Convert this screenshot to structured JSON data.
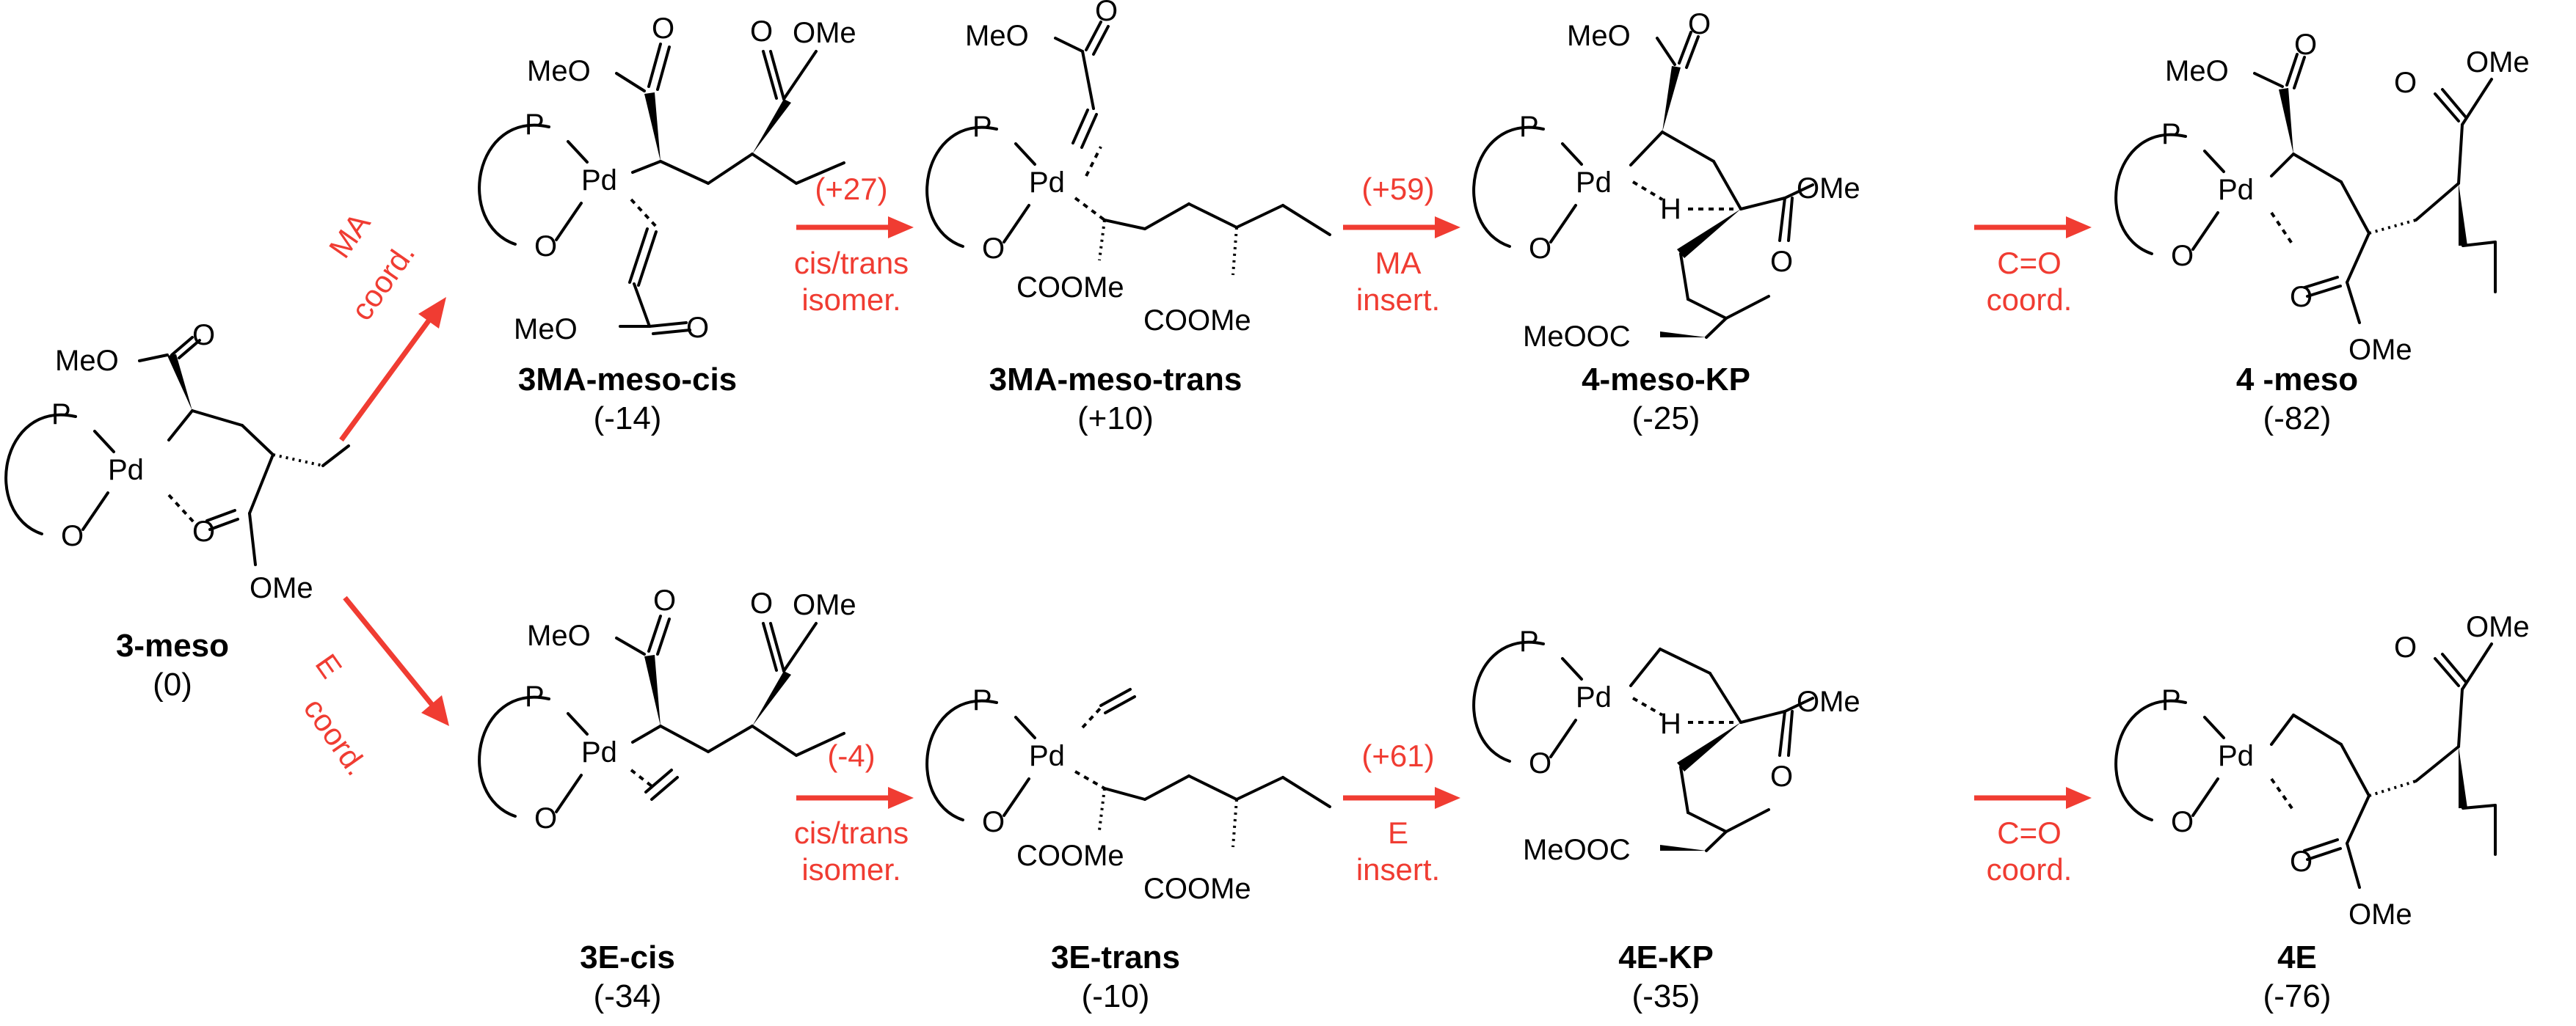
{
  "colors": {
    "arrow": "#f03c32",
    "text": "#000000",
    "background": "#ffffff"
  },
  "atoms": {
    "P": "P",
    "Pd": "Pd",
    "O": "O",
    "H": "H",
    "MeO": "MeO",
    "OMe": "OMe",
    "COOMe": "COOMe",
    "MeOOC": "MeOOC"
  },
  "compounds": {
    "c3meso": {
      "name": "3-meso",
      "energy": "(0)"
    },
    "c3ma_cis": {
      "name": "3MA-meso-cis",
      "energy": "(-14)"
    },
    "c3ma_trans": {
      "name": "3MA-meso-trans",
      "energy": "(+10)"
    },
    "c4meso_kp": {
      "name": "4-meso-KP",
      "energy": "(-25)"
    },
    "c4meso": {
      "name": "4 -meso",
      "energy": "(-82)"
    },
    "c3e_cis": {
      "name": "3E-cis",
      "energy": "(-34)"
    },
    "c3e_trans": {
      "name": "3E-trans",
      "energy": "(-10)"
    },
    "c4e_kp": {
      "name": "4E-KP",
      "energy": "(-35)"
    },
    "c4e": {
      "name": "4E",
      "energy": "(-76)"
    }
  },
  "arrows": {
    "ma_coord": {
      "line1": "MA",
      "line2": "coord."
    },
    "e_coord": {
      "line1": "E",
      "line2": "coord."
    },
    "top_iso": {
      "barrier": "(+27)",
      "line1": "cis/trans",
      "line2": "isomer."
    },
    "top_ins": {
      "barrier": "(+59)",
      "line1": "MA",
      "line2": "insert."
    },
    "top_co": {
      "line1": "C=O",
      "line2": "coord."
    },
    "bot_iso": {
      "barrier": "(-4)",
      "line1": "cis/trans",
      "line2": "isomer."
    },
    "bot_ins": {
      "barrier": "(+61)",
      "line1": "E",
      "line2": "insert."
    },
    "bot_co": {
      "line1": "C=O",
      "line2": "coord."
    }
  }
}
